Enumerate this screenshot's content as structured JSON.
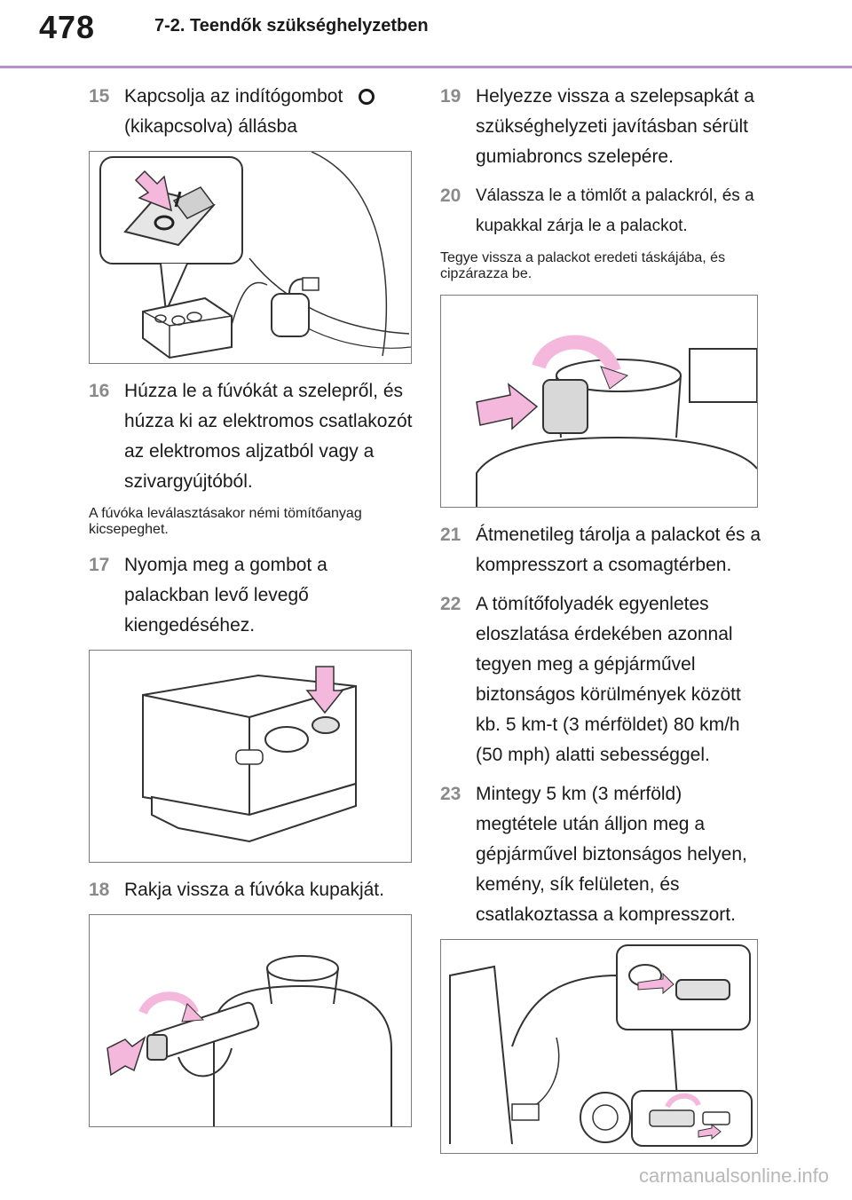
{
  "header": {
    "page_number": "478",
    "section": "7-2. Teendők szükséghelyzetben"
  },
  "left": {
    "step15": {
      "num": "15",
      "line1": "Kapcsolja az indítógombot",
      "line2": "(kikapcsolva) állásba",
      "icon": "power-off-icon"
    },
    "step16": {
      "num": "16",
      "text": "Húzza le a fúvókát a szelepről, és húzza ki az elektromos csatlakozót az elektromos aljzatból vagy a szivargyújtóból."
    },
    "note16": "A fúvóka leválasztásakor némi tömítőanyag kicsepeghet.",
    "step17": {
      "num": "17",
      "text": "Nyomja meg a gombot a palackban levő levegő kiengedéséhez."
    },
    "step18": {
      "num": "18",
      "text": "Rakja vissza a fúvóka kupakját."
    }
  },
  "right": {
    "step19": {
      "num": "19",
      "text": "Helyezze vissza a szelepsapkát a szükséghelyzeti javításban sérült gumiabroncs szelepére."
    },
    "step20": {
      "num": "20",
      "text": "Válassza le a tömlőt a palackról, és a kupakkal zárja le a palackot."
    },
    "note20": "Tegye vissza a palackot eredeti táskájába, és cipzárazza be.",
    "step21": {
      "num": "21",
      "text": "Átmenetileg tárolja a palackot és a kompresszort a csomagtérben."
    },
    "step22": {
      "num": "22",
      "text": "A tömítőfolyadék egyenletes eloszlatása érdekében azonnal tegyen meg a gépjárművel biztonságos körülmények között kb. 5 km-t (3 mérföldet) 80 km/h (50 mph) alatti sebességgel."
    },
    "step23": {
      "num": "23",
      "text": "Mintegy 5 km (3 mérföld) megtétele után álljon meg a gépjárművel biztonságos helyen, kemény, sík felületen, és csatlakoztassa a kompresszort."
    }
  },
  "watermark": "carmanualsonline.info",
  "colors": {
    "accent": "#b98fd1",
    "arrow_pink": "#f3b8dc",
    "step_number": "#8a8a8a"
  }
}
